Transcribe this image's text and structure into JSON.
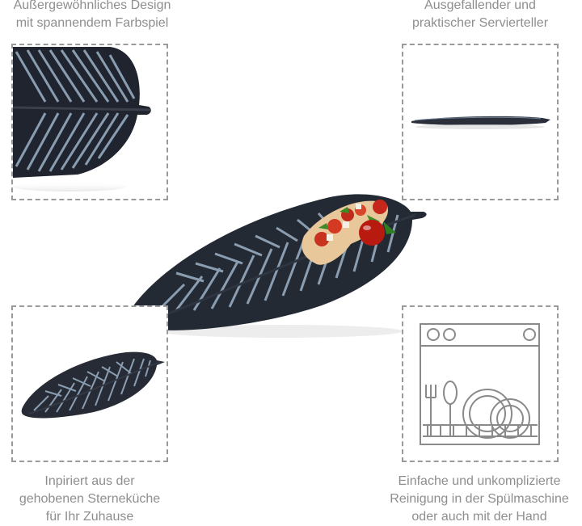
{
  "features": {
    "top_left": {
      "lines": [
        "Außergewöhnliches Design",
        "mit spannendem Farbspiel"
      ]
    },
    "top_right": {
      "lines": [
        "Ausgefallender und",
        "praktischer Servierteller"
      ]
    },
    "bottom_left": {
      "lines": [
        "Inpiriert aus der",
        "gehobenen Sterneküche",
        "für Ihr Zuhause"
      ]
    },
    "bottom_right": {
      "lines": [
        "Einfache und unkomplizierte",
        "Reinigung in der Spülmaschine",
        "oder auch mit der Hand"
      ]
    }
  },
  "colors": {
    "plate_dark": "#2a2f3a",
    "plate_ridge": "#8fa6bd",
    "frame_border": "#9a9a9a",
    "caption_text": "#8e8e8e",
    "icon_gray": "#8a8a8a"
  },
  "icons": {
    "dishwasher": "dishwasher-icon"
  }
}
